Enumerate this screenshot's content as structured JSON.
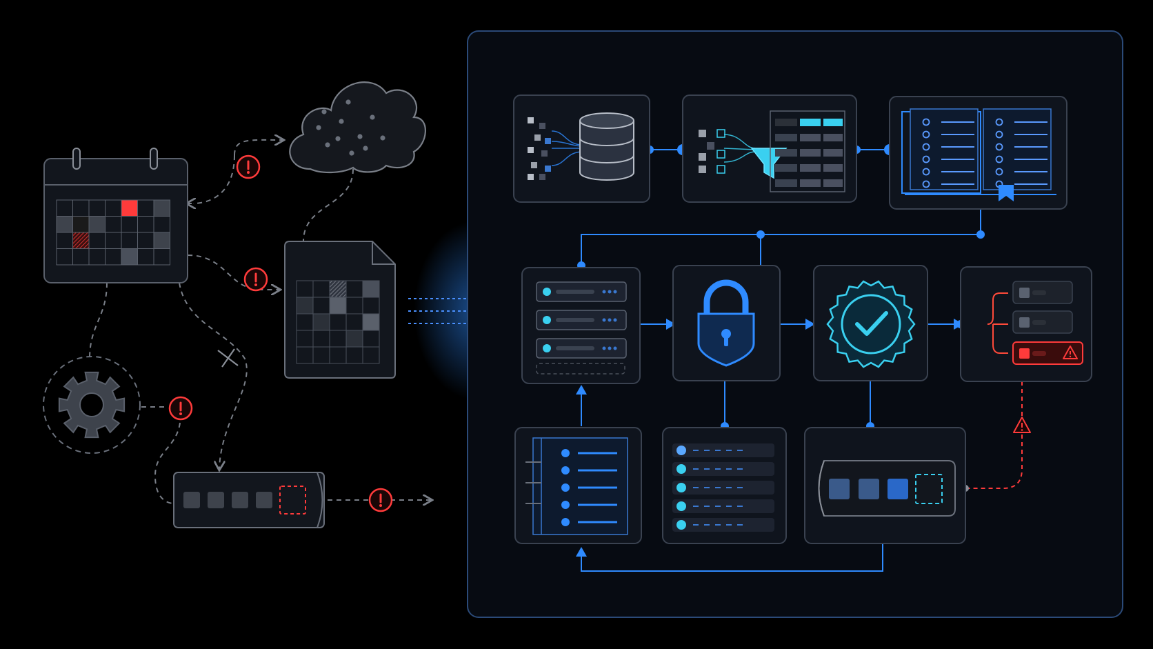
{
  "diagram": {
    "left_sources": [
      {
        "id": "calendar",
        "icon": "calendar-icon",
        "status": "error"
      },
      {
        "id": "cloud",
        "icon": "cloud-icon",
        "status": "scattered"
      },
      {
        "id": "spreadsheet",
        "icon": "document-grid-icon",
        "status": "error"
      },
      {
        "id": "settings",
        "icon": "gear-icon",
        "status": "error"
      },
      {
        "id": "queue",
        "icon": "queue-icon",
        "status": "error"
      }
    ],
    "alerts": [
      "error-icon",
      "error-icon",
      "error-icon",
      "error-icon"
    ],
    "pipeline": {
      "top_row": [
        {
          "id": "ingest",
          "icon": "database-icon"
        },
        {
          "id": "filter",
          "icon": "filter-icon"
        },
        {
          "id": "catalog",
          "icon": "open-book-icon"
        }
      ],
      "middle_row": [
        {
          "id": "registry",
          "icon": "server-list-icon"
        },
        {
          "id": "security",
          "icon": "lock-shield-icon"
        },
        {
          "id": "validation",
          "icon": "verified-badge-icon"
        },
        {
          "id": "routing",
          "icon": "branch-icon",
          "status": "warning"
        }
      ],
      "bottom_row": [
        {
          "id": "checklist",
          "icon": "checklist-icon"
        },
        {
          "id": "records",
          "icon": "record-list-icon"
        },
        {
          "id": "queue",
          "icon": "queue-icon"
        }
      ]
    },
    "colors": {
      "background": "#000000",
      "panel": "#0a0f18",
      "panel_stroke": "#2b4a78",
      "card": "#0f141d",
      "card_stroke": "#3a4250",
      "accent": "#2f8bff",
      "accent_cyan": "#3ad0f0",
      "error": "#ff3b3b",
      "muted": "#4a4f58",
      "line_gray": "#7a7f88"
    }
  }
}
